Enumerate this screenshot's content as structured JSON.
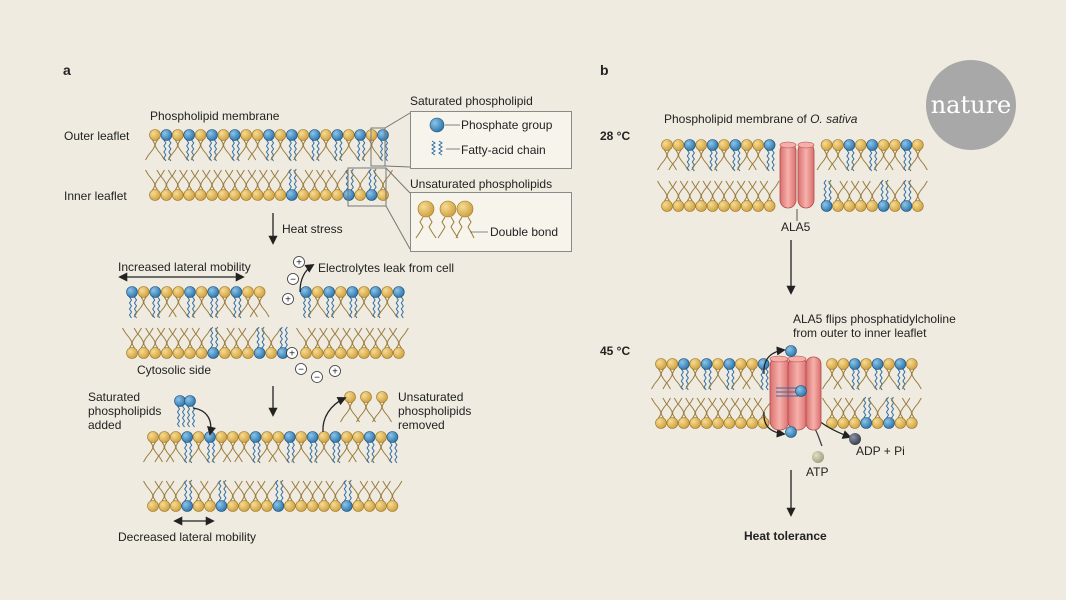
{
  "panels": {
    "a": "a",
    "b": "b"
  },
  "logo": "nature",
  "panel_a": {
    "membrane_title": "Phospholipid membrane",
    "outer_leaflet": "Outer leaflet",
    "inner_leaflet": "Inner leaflet",
    "heat_stress": "Heat stress",
    "increased_mobility": "Increased lateral mobility",
    "electrolytes": "Electrolytes leak from cell",
    "cytosolic_side": "Cytosolic side",
    "saturated_added": "Saturated\nphospholipids\nadded",
    "unsaturated_removed": "Unsaturated\nphospholipids\nremoved",
    "decreased_mobility": "Decreased lateral mobility",
    "plus": "+",
    "minus": "−"
  },
  "legend": {
    "saturated_title": "Saturated phospholipid",
    "phosphate_group": "Phosphate group",
    "fatty_acid": "Fatty-acid chain",
    "unsaturated_title": "Unsaturated phospholipids",
    "double_bond": "Double bond"
  },
  "panel_b": {
    "temp1": "28 °C",
    "membrane_title_prefix": "Phospholipid membrane of ",
    "species": "O. sativa",
    "ala5": "ALA5",
    "temp2": "45 °C",
    "flip_text": "ALA5 flips phosphatidylcholine\nfrom outer to inner leaflet",
    "atp": "ATP",
    "adp": "ADP + Pi",
    "heat_tolerance": "Heat tolerance"
  },
  "colors": {
    "background": "#efebe0",
    "unsaturated_head": "#e2b85a",
    "saturated_head": "#3f8fc6",
    "saturated_tail": "#2f6ea6",
    "unsaturated_tail": "#9a7b3c",
    "protein": "#e98585",
    "protein_edge": "#b24a4a"
  }
}
